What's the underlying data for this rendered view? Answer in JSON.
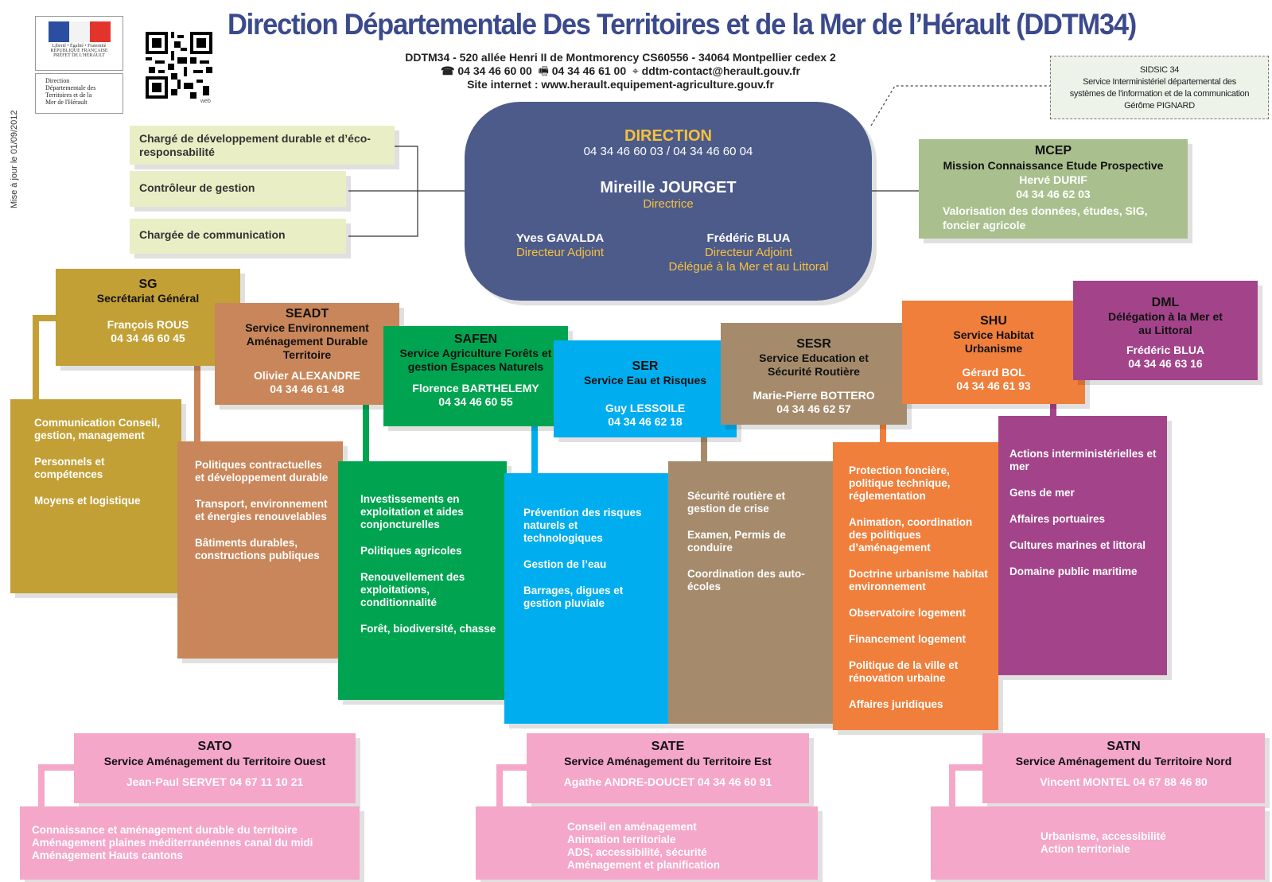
{
  "header": {
    "title": "Direction Départementale Des Territoires et de la  Mer de l’Hérault (DDTM34)",
    "address": "DDTM34 - 520 allée Henri II de Montmorency CS60556 - 34064 Montpellier cedex 2",
    "phone": "04 34 46 60 00",
    "fax": "04 34 46 61 00",
    "email": "ddtm-contact@herault.gouv.fr",
    "website": "Site internet : www.herault.equipement-agriculture.gouv.fr",
    "updated": "Mise à jour le 01/09/2012"
  },
  "logos": {
    "marianne_motto": "Liberté • Égalité • Fraternité",
    "republic": "RÉPUBLIQUE FRANÇAISE",
    "prefet": "PRÉFET DE L'HÉRAULT",
    "ddtm_line1": "Direction",
    "ddtm_line2": "Départementale des",
    "ddtm_line3": "Territoires et de la",
    "ddtm_line4": "Mer de l'Hérault",
    "qr_caption": "web"
  },
  "sidsic": {
    "title": "SIDSIC 34",
    "line1": "Service Interministériel départemental des",
    "line2": "systèmes de l'information et de la communication",
    "person": "Gérôme PIGNARD"
  },
  "staff": {
    "dev_durable": "Chargé de développement durable et d’éco-responsabilité",
    "controle": "Contrôleur de gestion",
    "communication": "Chargée de communication"
  },
  "direction": {
    "title": "DIRECTION",
    "phones": "04 34 46 60 03 / 04 34 46 60 04",
    "director": "Mireille JOURGET",
    "director_role": "Directrice",
    "deputy1": "Yves GAVALDA",
    "deputy1_role": "Directeur Adjoint",
    "deputy2": "Frédéric BLUA",
    "deputy2_role": "Directeur Adjoint",
    "deputy2_role2": "Délégué à la Mer et au Littoral"
  },
  "mcep": {
    "code": "MCEP",
    "name": "Mission Connaissance Etude Prospective",
    "person": "Hervé DURIF",
    "phone": "04 34 46 62 03",
    "desc": "Valorisation des données, études, SIG, foncier agricole"
  },
  "services": {
    "sg": {
      "code": "SG",
      "name": "Secrétariat Général",
      "person": "François ROUS",
      "phone": "04 34 46 60 45",
      "items": [
        "Communication Conseil, gestion, management",
        "Personnels et compétences",
        "Moyens et logistique"
      ]
    },
    "seadt": {
      "code": "SEADT",
      "name": "Service Environnement Aménagement Durable Territoire",
      "person": "Olivier ALEXANDRE",
      "phone": "04 34 46 61 48",
      "items": [
        "Politiques contractuelles et développement durable",
        "Transport, environnement et énergies renouvelables",
        "Bâtiments durables, constructions publiques"
      ]
    },
    "safen": {
      "code": "SAFEN",
      "name": "Service Agriculture Forêts et gestion Espaces Naturels",
      "person": "Florence BARTHELEMY",
      "phone": "04 34 46 60 55",
      "items": [
        "Investissements en exploitation et aides conjoncturelles",
        "Politiques agricoles",
        "Renouvellement des exploitations, conditionnalité",
        "Forêt, biodiversité, chasse"
      ]
    },
    "ser": {
      "code": "SER",
      "name": "Service Eau et Risques",
      "person": "Guy LESSOILE",
      "phone": "04 34 46 62 18",
      "items": [
        "Prévention des risques naturels et technologiques",
        "Gestion de l’eau",
        "Barrages, digues et gestion pluviale"
      ]
    },
    "sesr": {
      "code": "SESR",
      "name": "Service Education et Sécurité Routière",
      "person": "Marie-Pierre BOTTERO",
      "phone": "04 34 46 62 57",
      "items": [
        "Sécurité routière et gestion de crise",
        "Examen, Permis de conduire",
        "Coordination des auto-écoles"
      ]
    },
    "shu": {
      "code": "SHU",
      "name": "Service Habitat Urbanisme",
      "person": "Gérard BOL",
      "phone": "04 34 46 61 93",
      "items": [
        "Protection foncière, politique technique, réglementation",
        "Animation, coordination des politiques d’aménagement",
        "Doctrine urbanisme habitat environnement",
        "Observatoire logement",
        "Financement logement",
        "Politique de la ville et rénovation urbaine",
        "Affaires juridiques"
      ]
    },
    "dml": {
      "code": "DML",
      "name": "Délégation à la Mer et au Littoral",
      "person": "Frédéric BLUA",
      "phone": "04 34 46 63 16",
      "items": [
        "Actions interministérielles et mer",
        "Gens de mer",
        "Affaires portuaires",
        "Cultures marines et littoral",
        "Domaine public maritime"
      ]
    }
  },
  "territories": {
    "sato": {
      "code": "SATO",
      "name": "Service Aménagement du Territoire Ouest",
      "person": "Jean-Paul SERVET",
      "phone": "04 67 11 10 21",
      "items": [
        "Connaissance et aménagement durable du territoire",
        "Aménagement plaines méditerranéennes canal du midi",
        "Aménagement Hauts cantons"
      ]
    },
    "sate": {
      "code": "SATE",
      "name": "Service Aménagement du Territoire Est",
      "person": "Agathe ANDRE-DOUCET",
      "phone": "04 34 46 60 91",
      "items": [
        "Conseil en aménagement",
        "Animation territoriale",
        "ADS, accessibilité, sécurité",
        "Aménagement et planification"
      ]
    },
    "satn": {
      "code": "SATN",
      "name": "Service Aménagement du Territoire Nord",
      "person": "Vincent MONTEL",
      "phone": "04 67 88 46 80",
      "items": [
        "Urbanisme, accessibilité",
        "Action territoriale"
      ]
    }
  },
  "colors": {
    "title": "#3b4a8c",
    "direction": "#4c5b8a",
    "director_accent": "#f6c13d",
    "sg": "#c2a036",
    "seadt": "#c9865a",
    "safen": "#00a450",
    "ser": "#00aeef",
    "sesr": "#a58b6c",
    "shu": "#f07f3c",
    "dml": "#a3448a",
    "mcep": "#a9c08e",
    "side": "#e9eec5",
    "pink": "#f4a7c9"
  }
}
